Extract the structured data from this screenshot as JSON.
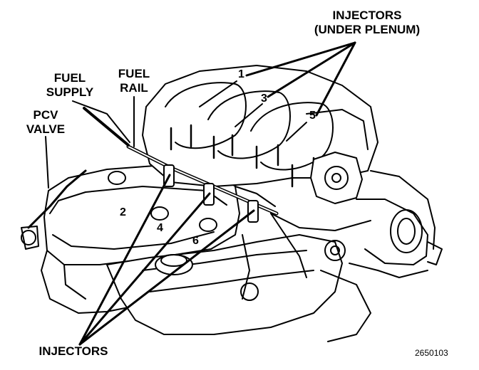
{
  "labels": {
    "injectors_top_line1": "INJECTORS",
    "injectors_top_line2": "(UNDER PLENUM)",
    "fuel_supply_line1": "FUEL",
    "fuel_supply_line2": "SUPPLY",
    "fuel_rail_line1": "FUEL",
    "fuel_rail_line2": "RAIL",
    "pcv_line1": "PCV",
    "pcv_line2": "VALVE",
    "injectors_bottom": "INJECTORS"
  },
  "cylinder_numbers": {
    "c1": "1",
    "c2": "2",
    "c3": "3",
    "c4": "4",
    "c5": "5",
    "c6": "6"
  },
  "figure_code": "2650103"
}
